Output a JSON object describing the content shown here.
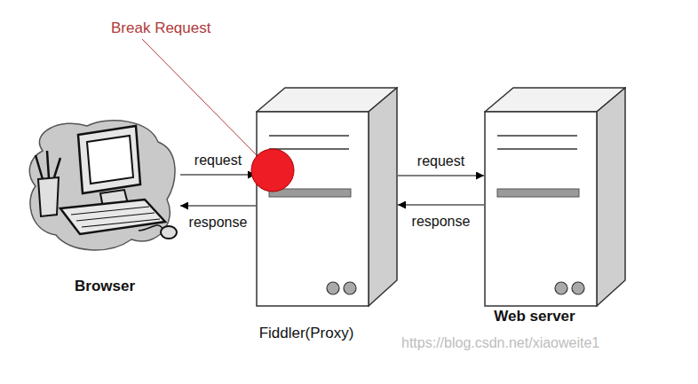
{
  "diagram": {
    "nodes": [
      {
        "text": [
          "Browser"
        ]
      },
      {
        "text": [
          "Fiddler(Proxy)"
        ]
      },
      {
        "text": [
          "Web server"
        ]
      }
    ],
    "edges": [
      {
        "from": 0,
        "to": 1,
        "label": "request",
        "arrow": "to"
      },
      {
        "from": 1,
        "to": 0,
        "label": "response",
        "arrow": "to"
      },
      {
        "from": 1,
        "to": 2,
        "label": "request",
        "arrow": "to"
      },
      {
        "from": 2,
        "to": 1,
        "label": "response",
        "arrow": "to"
      }
    ],
    "labels": [
      "Break Request",
      "https://blog.csdn.net/xiaoweite1"
    ]
  }
}
